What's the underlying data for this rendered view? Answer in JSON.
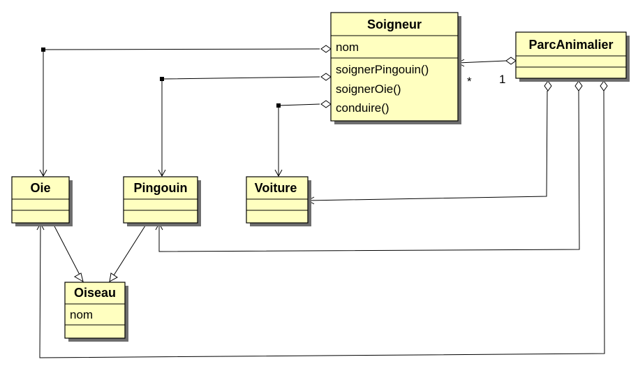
{
  "classes": {
    "soigneur": {
      "name": "Soigneur",
      "attributes": [
        "nom"
      ],
      "operations": [
        "soignerPingouin()",
        "soignerOie()",
        "conduire()"
      ]
    },
    "parc": {
      "name": "ParcAnimalier",
      "attributes": [],
      "operations": []
    },
    "oie": {
      "name": "Oie",
      "attributes": [],
      "operations": []
    },
    "pingouin": {
      "name": "Pingouin",
      "attributes": [],
      "operations": []
    },
    "voiture": {
      "name": "Voiture",
      "attributes": [],
      "operations": []
    },
    "oiseau": {
      "name": "Oiseau",
      "attributes": [
        "nom"
      ],
      "operations": []
    }
  },
  "multiplicities": {
    "soigneur_end": "*",
    "parc_end": "1"
  },
  "colors": {
    "class_fill": "#ffffc0",
    "shadow": "#6e6e6e",
    "line": "#000000"
  }
}
